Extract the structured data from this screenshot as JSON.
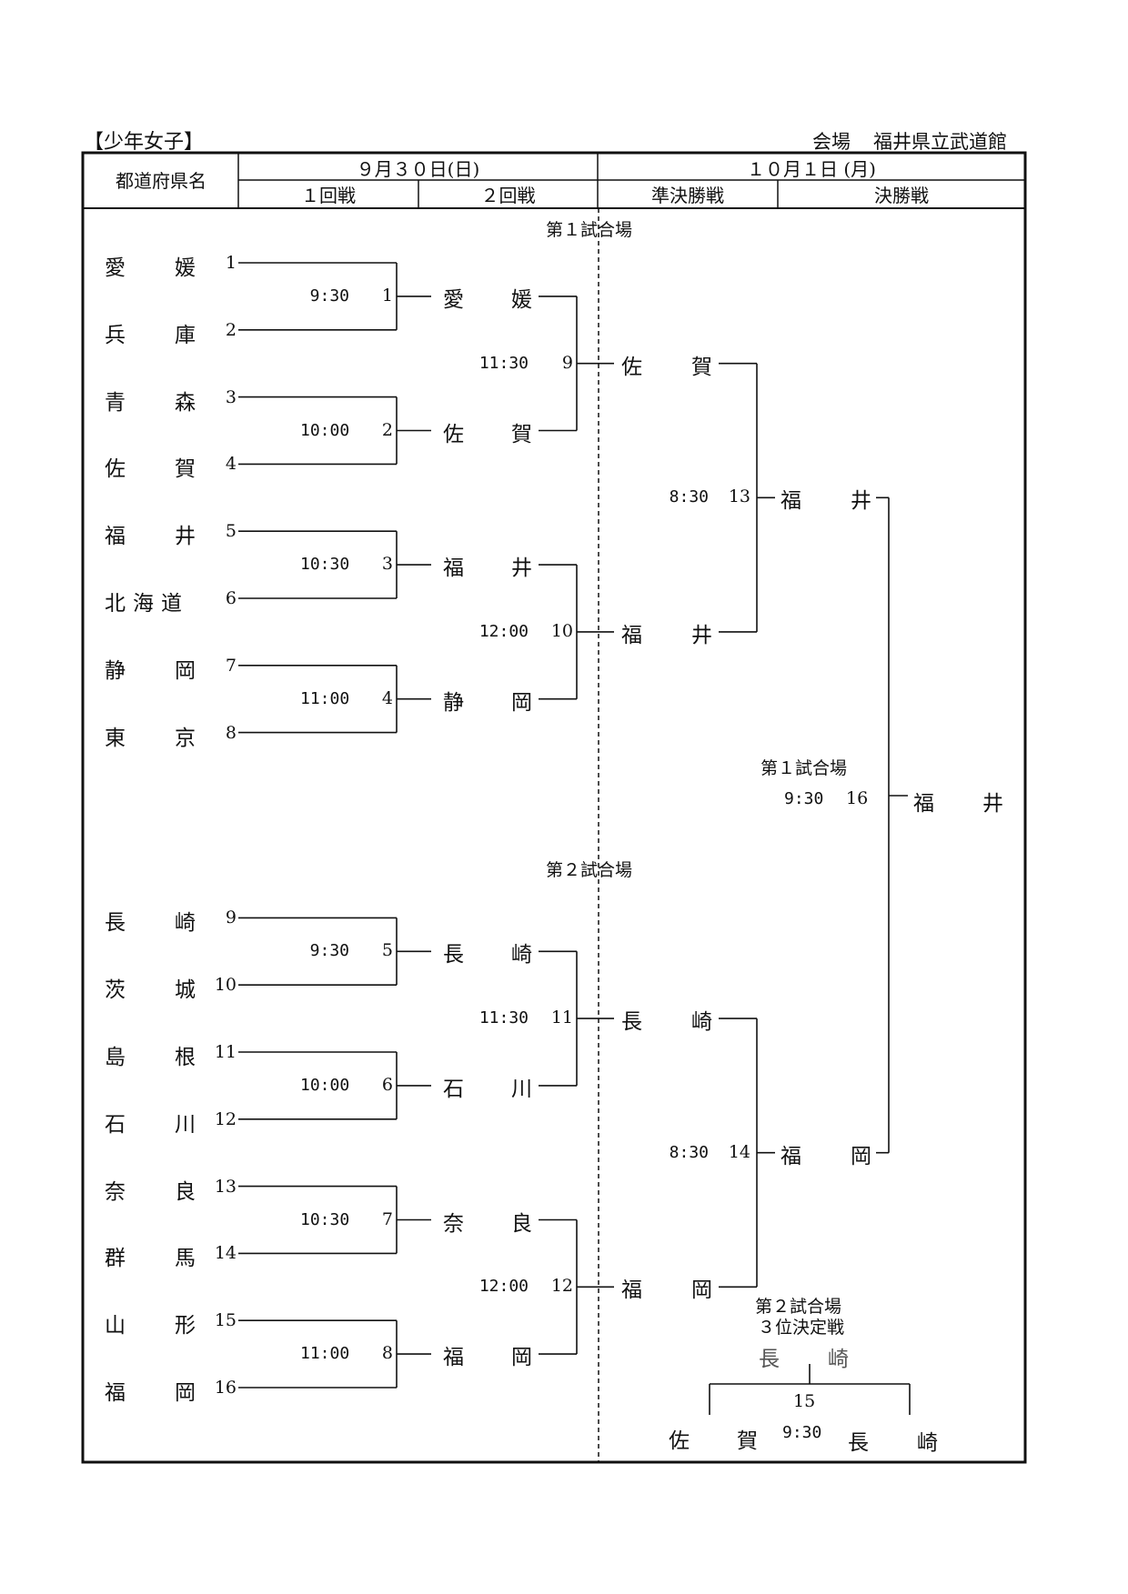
{
  "header": {
    "category": "【少年女子】",
    "venue_label": "会場",
    "venue_name": "福井県立武道館"
  },
  "table": {
    "pref_col": "都道府県名",
    "day1": "９月３０日(日)",
    "day2": "１０月１日 (月)",
    "round1": "１回戦",
    "round2": "２回戦",
    "semi": "準決勝戦",
    "final": "決勝戦"
  },
  "venues": {
    "court1": "第１試合場",
    "court2": "第２試合場",
    "court1_final": "第１試合場",
    "court2_third": "第２試合場",
    "third_place": "３位決定戦"
  },
  "entries": [
    {
      "a": "愛",
      "b": "媛",
      "seed": "1"
    },
    {
      "a": "兵",
      "b": "庫",
      "seed": "2"
    },
    {
      "a": "青",
      "b": "森",
      "seed": "3"
    },
    {
      "a": "佐",
      "b": "賀",
      "seed": "4"
    },
    {
      "a": "福",
      "b": "井",
      "seed": "5"
    },
    {
      "a": "北海道",
      "b": "",
      "seed": "6"
    },
    {
      "a": "静",
      "b": "岡",
      "seed": "7"
    },
    {
      "a": "東",
      "b": "京",
      "seed": "8"
    },
    {
      "a": "長",
      "b": "崎",
      "seed": "9"
    },
    {
      "a": "茨",
      "b": "城",
      "seed": "10"
    },
    {
      "a": "島",
      "b": "根",
      "seed": "11"
    },
    {
      "a": "石",
      "b": "川",
      "seed": "12"
    },
    {
      "a": "奈",
      "b": "良",
      "seed": "13"
    },
    {
      "a": "群",
      "b": "馬",
      "seed": "14"
    },
    {
      "a": "山",
      "b": "形",
      "seed": "15"
    },
    {
      "a": "福",
      "b": "岡",
      "seed": "16"
    }
  ],
  "round1": [
    {
      "no": "1",
      "time": "9:30",
      "wa": "愛",
      "wb": "媛"
    },
    {
      "no": "2",
      "time": "10:00",
      "wa": "佐",
      "wb": "賀"
    },
    {
      "no": "3",
      "time": "10:30",
      "wa": "福",
      "wb": "井"
    },
    {
      "no": "4",
      "time": "11:00",
      "wa": "静",
      "wb": "岡"
    },
    {
      "no": "5",
      "time": "9:30",
      "wa": "長",
      "wb": "崎"
    },
    {
      "no": "6",
      "time": "10:00",
      "wa": "石",
      "wb": "川"
    },
    {
      "no": "7",
      "time": "10:30",
      "wa": "奈",
      "wb": "良"
    },
    {
      "no": "8",
      "time": "11:00",
      "wa": "福",
      "wb": "岡"
    }
  ],
  "round2": [
    {
      "no": "9",
      "time": "11:30",
      "wa": "佐",
      "wb": "賀"
    },
    {
      "no": "10",
      "time": "12:00",
      "wa": "福",
      "wb": "井"
    },
    {
      "no": "11",
      "time": "11:30",
      "wa": "長",
      "wb": "崎"
    },
    {
      "no": "12",
      "time": "12:00",
      "wa": "福",
      "wb": "岡"
    }
  ],
  "semis": [
    {
      "no": "13",
      "time": "8:30",
      "wa": "福",
      "wb": "井"
    },
    {
      "no": "14",
      "time": "8:30",
      "wa": "福",
      "wb": "岡"
    }
  ],
  "final": {
    "no": "16",
    "time": "9:30",
    "wa": "福",
    "wb": "井"
  },
  "third": {
    "no": "15",
    "time": "9:30",
    "winner_a": "長",
    "winner_b": "崎",
    "left_a": "佐",
    "left_b": "賀",
    "right_a": "長",
    "right_b": "崎"
  }
}
